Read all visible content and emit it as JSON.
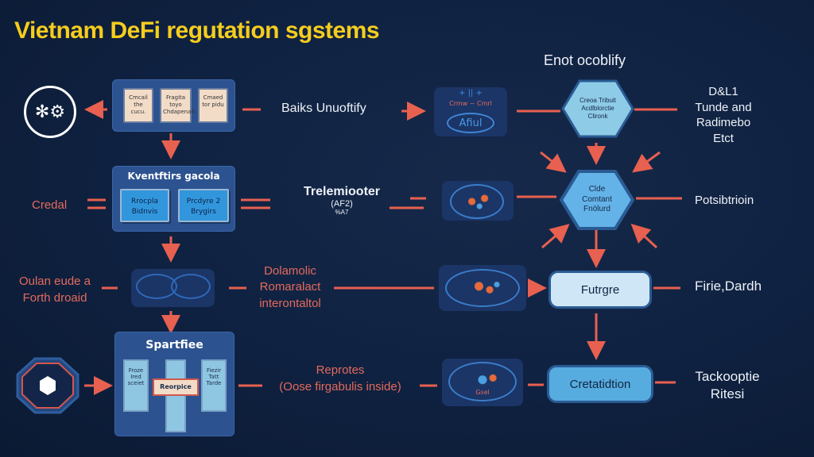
{
  "title": "Vietnam DeFi regutation sgstems",
  "colors": {
    "background": "#0f2140",
    "title": "#f5cd1d",
    "arrow": "#e8604f",
    "panel": "#2c5290",
    "hexagon": "#8ecbe6",
    "pill_light": "#cfe6f7",
    "pill_mid": "#56acde"
  },
  "row1": {
    "left_icon": "gears-circle-icon",
    "panel_cards": [
      {
        "text": "Cmcail the cucu."
      },
      {
        "text": "Fragita toyo Chdapenait"
      },
      {
        "text": "Cmaed tor pidu"
      }
    ],
    "center_label": "Baiks Unuoftify",
    "bubble": {
      "top": "+ || +",
      "middle": "Crmw ~ Cmrl",
      "oval": "Afiul"
    },
    "right_header": "Enot ocoblify",
    "hexagon_text": "Creoa Tribuit Acdlblorctie Clironk",
    "right_label": [
      "D&L1",
      "Tunde and",
      "Radimebo",
      "Etct"
    ]
  },
  "row2": {
    "left_label": "Credal",
    "panel_title": "Kventftirs gacola",
    "panel_cards": [
      {
        "text": "Rrocpla Bidnvis"
      },
      {
        "text": "Prcdyre 2 Brygirs"
      }
    ],
    "center_label": "Trelemiooter",
    "center_sub": "(AF2)",
    "center_sub2": "%A7",
    "hexagon_text": "Clde Comtant Fnölurd",
    "right_label": "Potsibtrioin"
  },
  "row3": {
    "left_label": [
      "Oulan eude a",
      "Forth droaid"
    ],
    "center_label": [
      "Dolamolic",
      "Romaralact",
      "interontaltol"
    ],
    "pill_text": "Futrgre",
    "right_label": "Firie,Dardh"
  },
  "row4": {
    "left_icon": "octagon-emblem-icon",
    "panel_title": "Spartfiee",
    "panel_cards": [
      {
        "text": "Froze Ired sceiet"
      },
      {
        "text": "Fiezir Tatt Tarde"
      }
    ],
    "panel_center_card": "Reorpice",
    "center_label": [
      "Reprotes",
      "(Oose firgabulis inside)"
    ],
    "bubble_caption": "Gsel",
    "pill_text": "Cretatidtion",
    "right_label": [
      "Tackooptie",
      "Ritesi"
    ]
  }
}
